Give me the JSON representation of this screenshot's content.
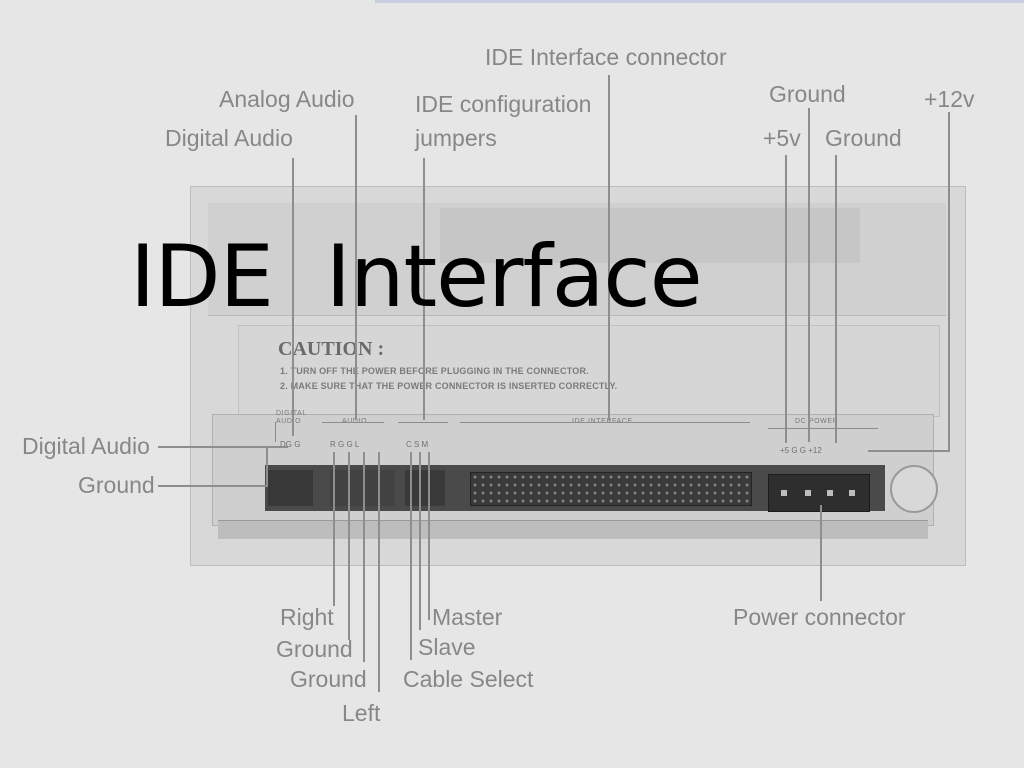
{
  "slide": {
    "title": "IDE  Interface"
  },
  "callouts": {
    "ide_interface_connector": "IDE Interface connector",
    "analog_audio": "Analog Audio",
    "ide_config_line1": "IDE configuration",
    "ide_config_line2": "jumpers",
    "digital_audio_top": "Digital Audio",
    "ground_top": "Ground",
    "plus_12v": "+12v",
    "plus_5v": "+5v",
    "ground_top_right": "Ground",
    "digital_audio_left": "Digital Audio",
    "ground_left": "Ground",
    "right": "Right",
    "ground_bottom_1": "Ground",
    "ground_bottom_2": "Ground",
    "left": "Left",
    "master": "Master",
    "slave": "Slave",
    "cable_select": "Cable Select",
    "power_connector": "Power connector"
  },
  "panel": {
    "caution_title": "CAUTION :",
    "caution_1": "1.   TURN OFF THE POWER BEFORE PLUGGING IN THE CONNECTOR.",
    "caution_2": "2.   MAKE SURE THAT THE POWER CONNECTOR IS INSERTED CORRECTLY.",
    "digital_audio": "DIGITAL AUDIO",
    "audio": "AUDIO",
    "ide_interface": "IDE INTERFACE",
    "dc_power": "DC POWER",
    "pins_digital": "DG  G",
    "pins_audio": "R  G  G  L",
    "pins_jumper": "C  S  M",
    "pins_power": "+5    G    G   +12"
  }
}
